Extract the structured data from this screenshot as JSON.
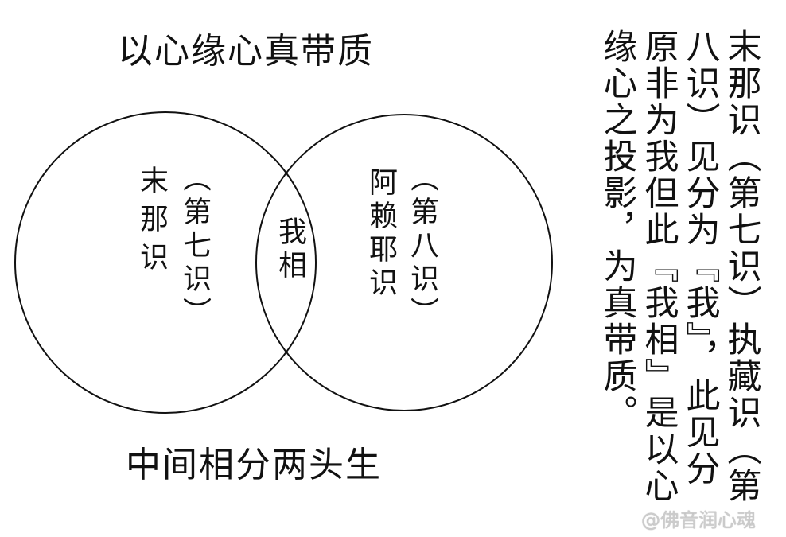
{
  "title_top": "以心缘心真带质",
  "title_bottom": "中间相分两头生",
  "left_circle": {
    "name": "末那识",
    "note": "（第七识）"
  },
  "right_circle": {
    "name": "阿赖耶识",
    "note": "（第八识）"
  },
  "overlap": "我相",
  "side_text": [
    "末那识（第七识）执藏识（第",
    "八识）见分为『我』，此见分",
    "原非为我但此『我相』是以心",
    "缘心之投影，为真带质。"
  ],
  "watermark": "@佛音润心魂"
}
